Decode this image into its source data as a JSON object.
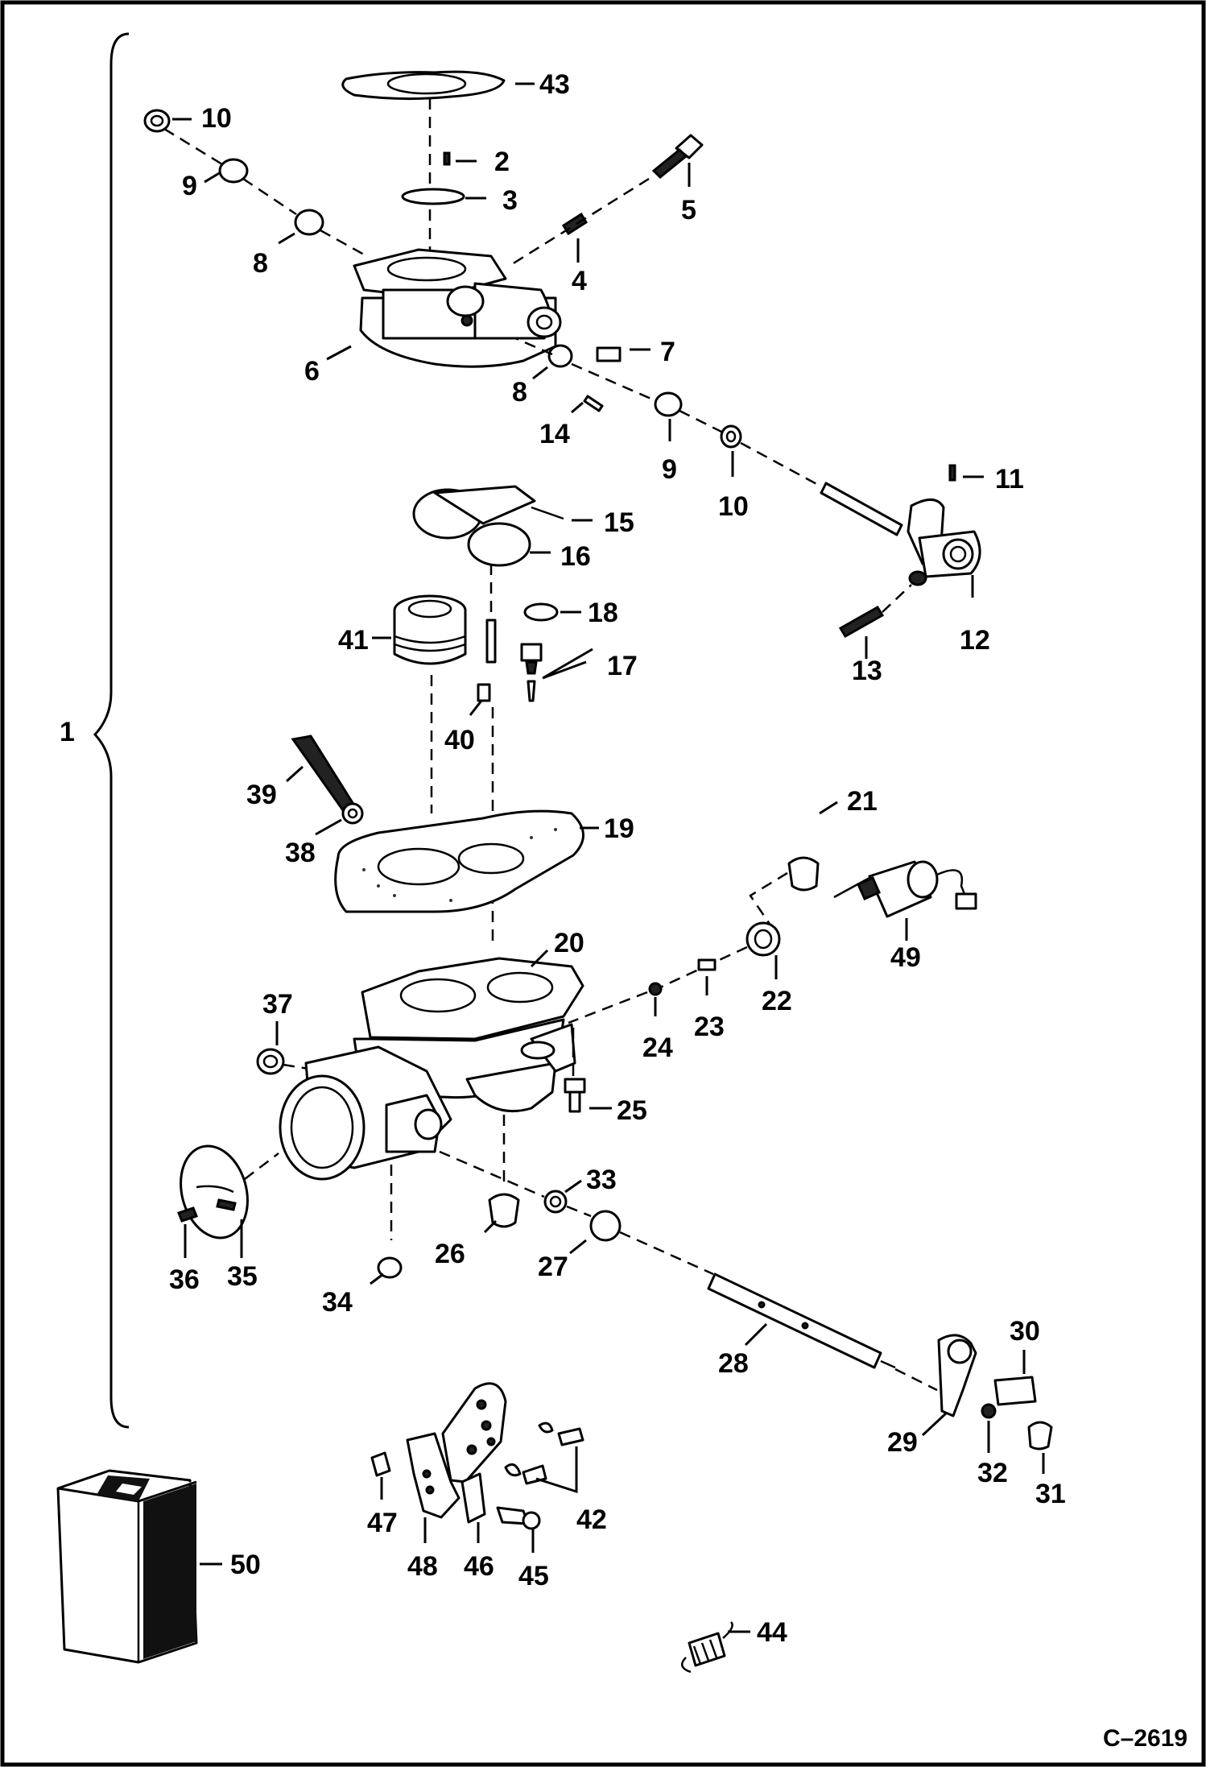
{
  "figure_id": "C–2619",
  "callouts": {
    "c1": "1",
    "c2": "2",
    "c3": "3",
    "c4": "4",
    "c5": "5",
    "c6": "6",
    "c7": "7",
    "c8a": "8",
    "c8b": "8",
    "c9a": "9",
    "c9b": "9",
    "c10a": "10",
    "c10b": "10",
    "c11": "11",
    "c12": "12",
    "c13": "13",
    "c14": "14",
    "c15": "15",
    "c16": "16",
    "c17": "17",
    "c18": "18",
    "c19": "19",
    "c20": "20",
    "c21": "21",
    "c22": "22",
    "c23": "23",
    "c24": "24",
    "c25": "25",
    "c26": "26",
    "c27": "27",
    "c28": "28",
    "c29": "29",
    "c30": "30",
    "c31": "31",
    "c32": "32",
    "c33": "33",
    "c34": "34",
    "c35": "35",
    "c36": "36",
    "c37": "37",
    "c38": "38",
    "c39": "39",
    "c40": "40",
    "c41": "41",
    "c42": "42",
    "c43": "43",
    "c44": "44",
    "c45": "45",
    "c46": "46",
    "c47": "47",
    "c48": "48",
    "c49": "49",
    "c50": "50"
  }
}
